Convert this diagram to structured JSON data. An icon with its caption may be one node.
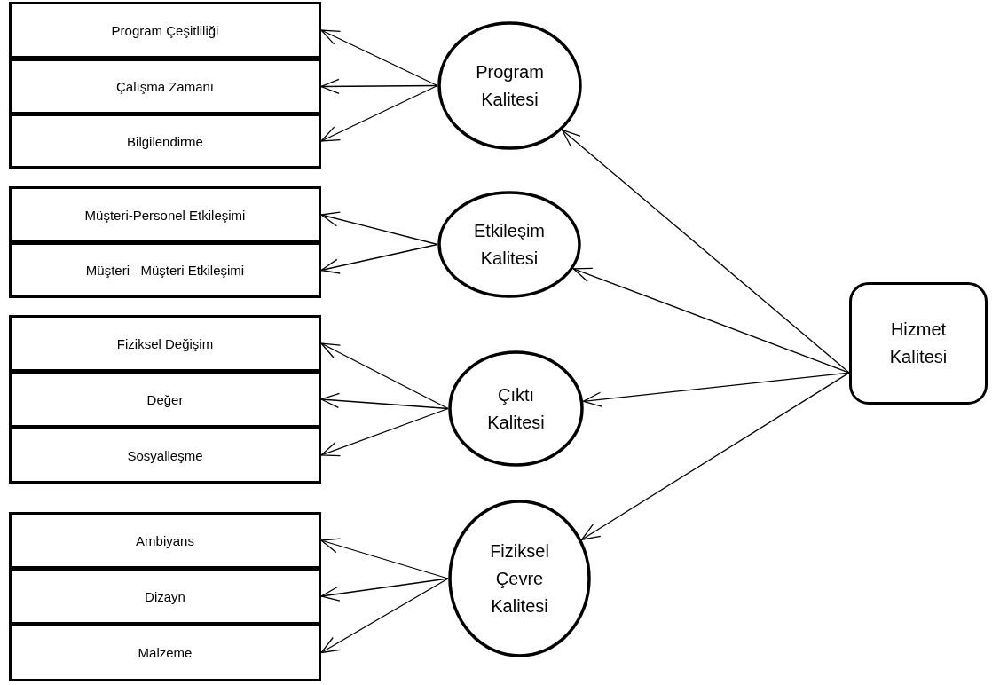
{
  "diagram": {
    "nodes": [
      {
        "text": [
          "Program Çeşitliliği"
        ]
      },
      {
        "text": [
          "Çalışma Zamanı"
        ]
      },
      {
        "text": [
          "Bilgilendirme"
        ]
      },
      {
        "text": [
          "Program Kalitesi"
        ]
      },
      {
        "text": [
          "Müşteri-Personel Etkileşimi"
        ]
      },
      {
        "text": [
          "Müşteri –Müşteri Etkileşimi"
        ]
      },
      {
        "text": [
          "Etkileşim Kalitesi"
        ]
      },
      {
        "text": [
          "Fiziksel Değişim"
        ]
      },
      {
        "text": [
          "Değer"
        ]
      },
      {
        "text": [
          "Sosyalleşme"
        ]
      },
      {
        "text": [
          "Çıktı Kalitesi"
        ]
      },
      {
        "text": [
          "Ambiyans"
        ]
      },
      {
        "text": [
          "Dizayn"
        ]
      },
      {
        "text": [
          "Malzeme"
        ]
      },
      {
        "text": [
          "Fiziksel Çevre Kalitesi"
        ]
      },
      {
        "text": [
          "Hizmet Kalitesi"
        ]
      }
    ],
    "edges": [
      {
        "from": 3,
        "to": 0,
        "arrow": "to"
      },
      {
        "from": 3,
        "to": 1,
        "arrow": "to"
      },
      {
        "from": 3,
        "to": 2,
        "arrow": "to"
      },
      {
        "from": 6,
        "to": 4,
        "arrow": "to"
      },
      {
        "from": 6,
        "to": 5,
        "arrow": "to"
      },
      {
        "from": 10,
        "to": 7,
        "arrow": "to"
      },
      {
        "from": 10,
        "to": 8,
        "arrow": "to"
      },
      {
        "from": 10,
        "to": 9,
        "arrow": "to"
      },
      {
        "from": 14,
        "to": 11,
        "arrow": "to"
      },
      {
        "from": 14,
        "to": 12,
        "arrow": "to"
      },
      {
        "from": 14,
        "to": 13,
        "arrow": "to"
      },
      {
        "from": 15,
        "to": 3,
        "arrow": "to"
      },
      {
        "from": 15,
        "to": 6,
        "arrow": "to"
      },
      {
        "from": 15,
        "to": 10,
        "arrow": "to"
      },
      {
        "from": 15,
        "to": 14,
        "arrow": "to"
      }
    ]
  }
}
